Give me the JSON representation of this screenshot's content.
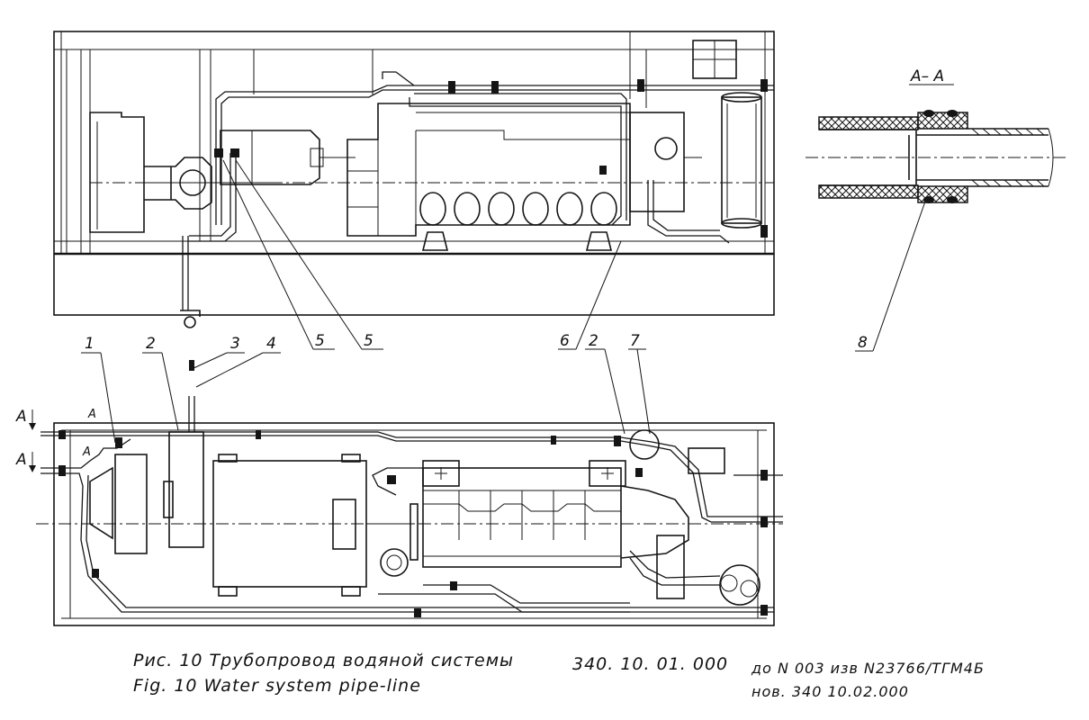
{
  "section_view": {
    "title": "A– A"
  },
  "callouts_top": [
    "5",
    "5",
    "6",
    "8"
  ],
  "callouts_plan": [
    "1",
    "2",
    "3",
    "4",
    "2",
    "7"
  ],
  "section_marks": [
    "A",
    "A"
  ],
  "pipe_marks": [
    "A",
    "A"
  ],
  "caption": {
    "ru": "Рис. 10  Трубопровод водяной системы",
    "en": "Fig. 10  Water   system  pipe-line",
    "doc_number": "340. 10. 01. 000",
    "revision_1": "до   N 003   изв N23766/ТГМ4Б",
    "revision_2": "нов.  340 10.02.000"
  }
}
